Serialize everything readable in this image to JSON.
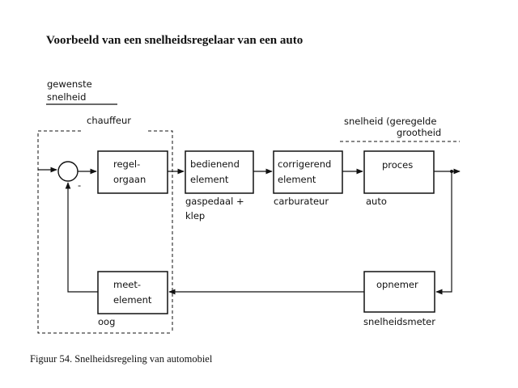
{
  "title": "Voorbeeld van een snelheidsregelaar van een auto",
  "input_label": [
    "gewenste",
    "snelheid"
  ],
  "group_label": "chauffeur",
  "output_label": [
    "snelheid (geregelde",
    "grootheid"
  ],
  "minus_sign": "-",
  "blocks": {
    "regelorgaan": [
      "regel-",
      "orgaan"
    ],
    "bedienend": [
      "bedienend",
      "element"
    ],
    "corrigerend": [
      "corrigerend",
      "element"
    ],
    "proces": [
      "proces"
    ],
    "opnemer": [
      "opnemer"
    ],
    "meetelement": [
      "meet-",
      "element"
    ]
  },
  "annotations": {
    "bedienend": [
      "gaspedaal +",
      "klep"
    ],
    "corrigerend": [
      "carburateur"
    ],
    "proces": [
      "auto"
    ],
    "opnemer": [
      "snelheidsmeter"
    ],
    "meetelement": [
      "oog"
    ]
  },
  "caption": "Figuur 54. Snelheidsregeling van automobiel"
}
